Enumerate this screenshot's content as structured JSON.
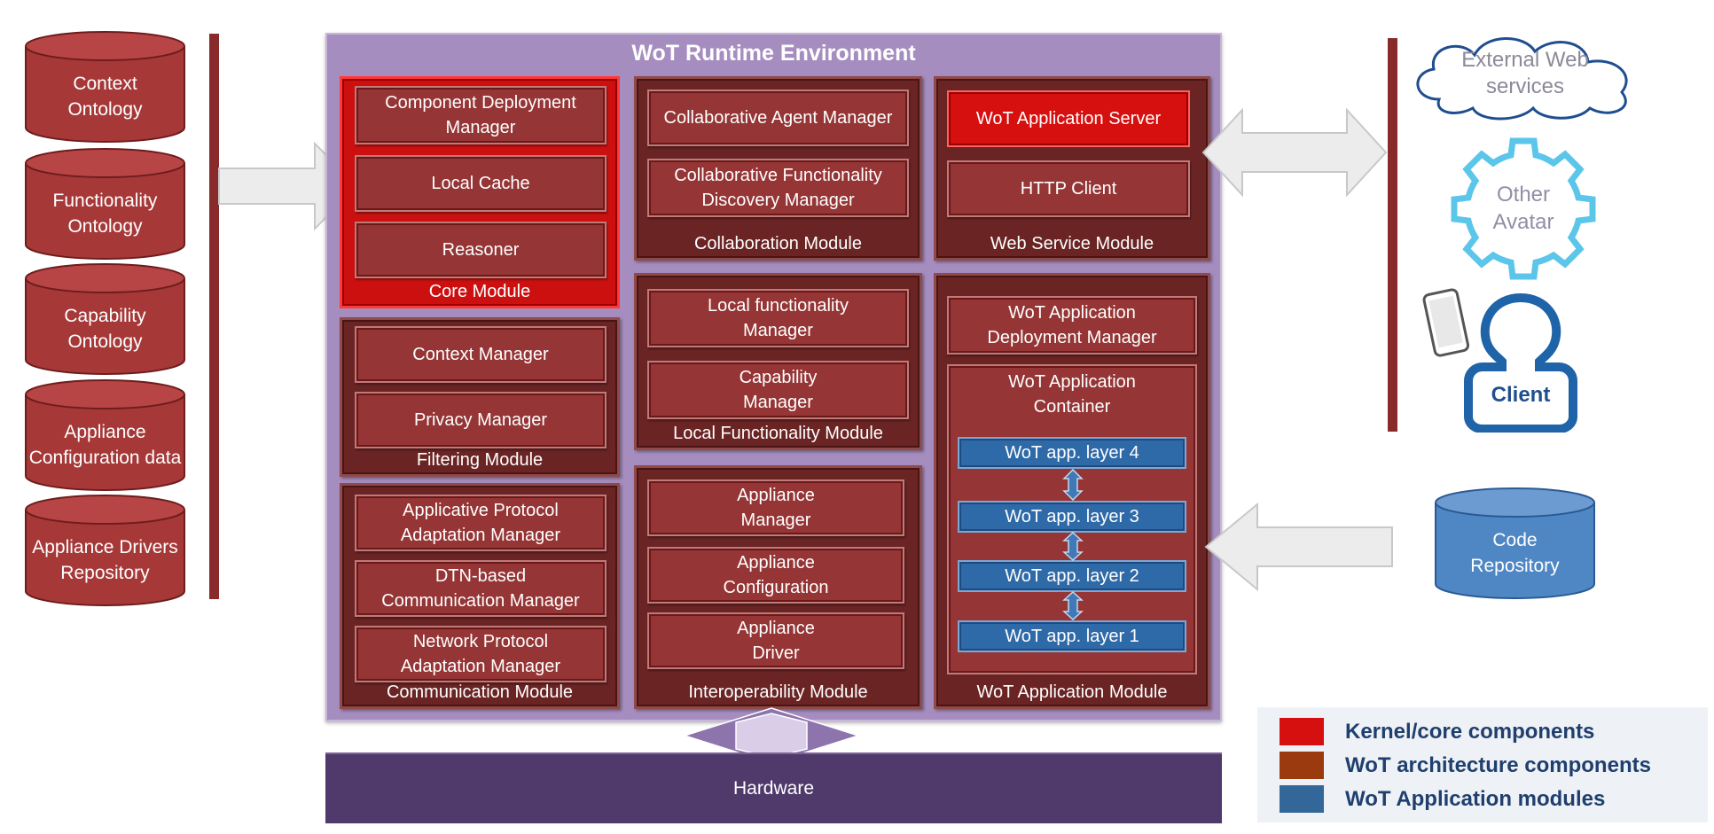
{
  "databases": [
    {
      "label": "Context\nOntology"
    },
    {
      "label": "Functionality\nOntology"
    },
    {
      "label": "Capability\nOntology"
    },
    {
      "label": "Appliance\nConfiguration data"
    },
    {
      "label": "Appliance Drivers\nRepository"
    }
  ],
  "runtime": {
    "title": "WoT Runtime  Environment",
    "core_module": {
      "label": "Core Module",
      "components": [
        "Component Deployment\nManager",
        "Local Cache",
        "Reasoner"
      ]
    },
    "filtering_module": {
      "label": "Filtering Module",
      "components": [
        "Context Manager",
        "Privacy Manager"
      ]
    },
    "communication_module": {
      "label": "Communication Module",
      "components": [
        "Applicative Protocol\nAdaptation Manager",
        "DTN-based\nCommunication Manager",
        "Network Protocol\nAdaptation Manager"
      ]
    },
    "collaboration_module": {
      "label": "Collaboration Module",
      "components": [
        "Collaborative Agent Manager",
        "Collaborative Functionality\nDiscovery Manager"
      ]
    },
    "local_functionality_module": {
      "label": "Local Functionality Module",
      "components": [
        "Local functionality\nManager",
        "Capability\nManager"
      ]
    },
    "interoperability_module": {
      "label": "Interoperability Module",
      "components": [
        "Appliance\nManager",
        "Appliance\nConfiguration",
        "Appliance\nDriver"
      ]
    },
    "web_service_module": {
      "label": "Web Service Module",
      "components": [
        "WoT Application Server",
        "HTTP Client"
      ]
    },
    "wot_application_module": {
      "label": "WoT Application Module",
      "deployment_manager": "WoT Application\nDeployment Manager",
      "container_label": "WoT Application\nContainer",
      "layers": [
        "WoT app. layer 4",
        "WoT app. layer 3",
        "WoT app. layer 2",
        "WoT app. layer 1"
      ]
    }
  },
  "hardware": {
    "label": "Hardware"
  },
  "external": {
    "web_services": "External  Web\nservices",
    "other_avatar": "Other\nAvatar",
    "client": "Client",
    "code_repository": "Code\nRepository"
  },
  "legend": [
    {
      "label": "Kernel/core components",
      "color": "#d60f0f"
    },
    {
      "label": "WoT architecture  components",
      "color": "#9c3a0f"
    },
    {
      "label": "WoT Application modules",
      "color": "#336699"
    }
  ],
  "colors": {
    "runtime_bg": "#a68dbf",
    "module_bg": "#6b2424",
    "kernel_red": "#d60f0f",
    "component_bg": "#953535",
    "layer_blue": "#2f6aa8",
    "client_blue": "#1f63a8",
    "avatar_cyan": "#5bc6ea",
    "hardware_bg": "#4f3a6b"
  }
}
